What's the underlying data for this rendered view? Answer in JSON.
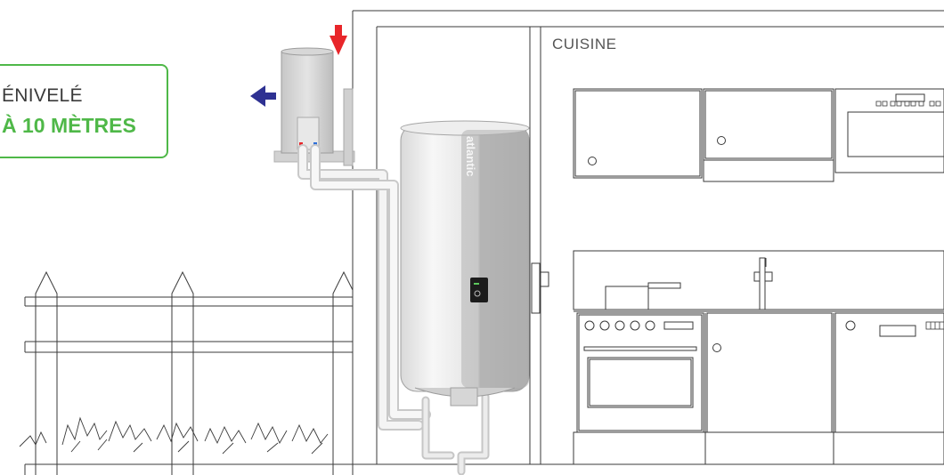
{
  "callout": {
    "line1": "ÉNIVELÉ",
    "line2": "À 10 MÈTRES"
  },
  "room": {
    "label": "CUISINE"
  },
  "heater": {
    "brand": "atlantic"
  },
  "arrows": {
    "air_in": "red-down-arrow-icon",
    "air_out": "blue-left-arrow-icon"
  },
  "colors": {
    "accent_green": "#4fb848",
    "air_in_red": "#e8262a",
    "air_out_blue": "#2e3192",
    "line": "#3a3a3a"
  }
}
